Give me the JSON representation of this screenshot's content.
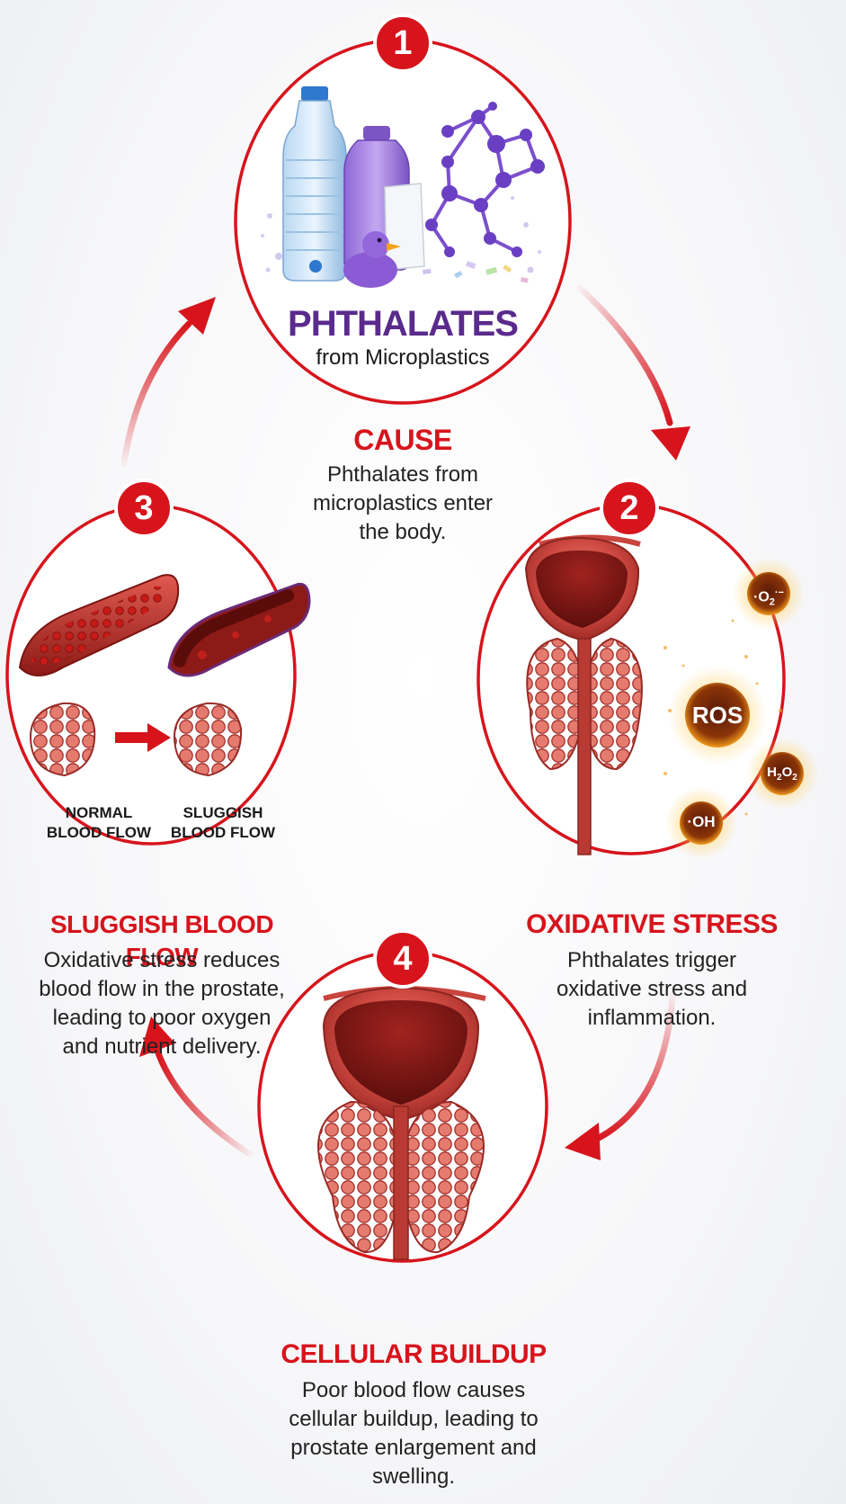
{
  "steps": [
    {
      "number": "1",
      "circle_title": "PHTHALATES",
      "circle_subtitle": "from Microplastics",
      "heading": "CAUSE",
      "lines": [
        "Phthalates from",
        "microplastics enter",
        "the body."
      ]
    },
    {
      "number": "2",
      "heading": "OXIDATIVE STRESS",
      "lines": [
        "Phthalates trigger",
        "oxidative stress and",
        "inflammation."
      ],
      "molecules": {
        "o2": "·O",
        "o2_sub": "2",
        "o2_sup": "·−",
        "ros": "ROS",
        "h2o2_a": "H",
        "h2o2_sub1": "2",
        "h2o2_b": "O",
        "h2o2_sub2": "2",
        "oh": "·OH"
      }
    },
    {
      "number": "3",
      "heading": "SLUGGISH BLOOD FLOW",
      "lines": [
        "Oxidative stress reduces",
        "blood flow in the prostate,",
        "leading to poor oxygen",
        "and nutrient delivery."
      ],
      "label_normal_1": "NORMAL",
      "label_normal_2": "BLOOD FLOW",
      "label_sluggish_1": "SLUGGISH",
      "label_sluggish_2": "BLOOD FLOW"
    },
    {
      "number": "4",
      "heading": "CELLULAR BUILDUP",
      "lines": [
        "Poor blood flow causes",
        "cellular buildup, leading to",
        "prostate enlargement and",
        "swelling."
      ]
    }
  ],
  "colors": {
    "accent_red": "#d7141c",
    "title_purple": "#5a2a8c",
    "tissue": "#c9453e",
    "ros_orange": "#e8800f"
  },
  "icons": [
    "water-bottle-icon",
    "lotion-bottle-icon",
    "rubber-duck-icon",
    "molecule-icon",
    "prostate-icon",
    "blood-vessel-icon",
    "arrow-icon"
  ]
}
